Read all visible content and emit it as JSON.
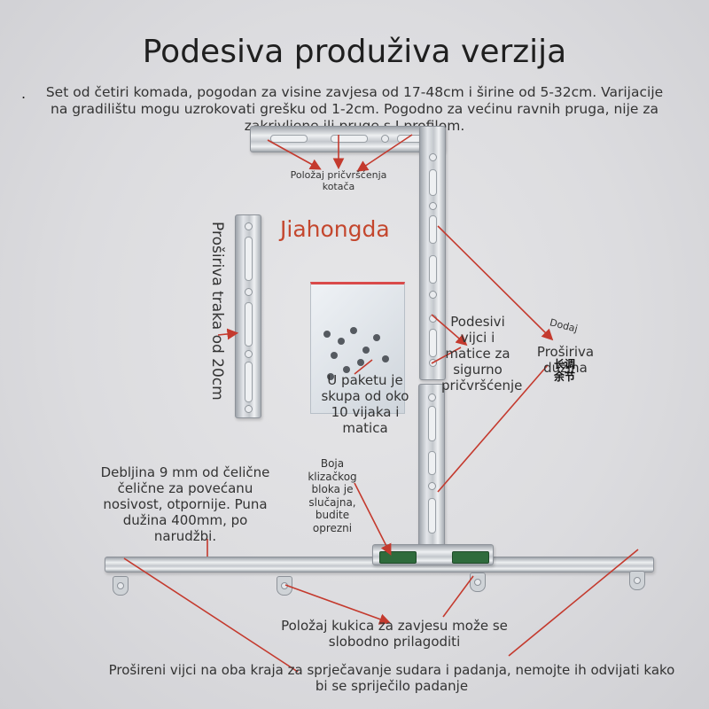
{
  "title": "Podesiva produživa verzija",
  "intro_bullet": ".",
  "intro": "Set od četiri komada, pogodan za visine zavjesa od 17-48cm i širine od 5-32cm. Varijacije na gradilištu mogu uzrokovati grešku od 1-2cm. Pogodno za većinu ravnih pruga, nije za zakrivljene ili pruge s I profilom.",
  "brand": "Jiahongda",
  "labels": {
    "wheel_position": "Položaj pričvršćenja kotača",
    "extension_strip": "Proširiva traka od 20cm",
    "screws": "Podesivi vijci i matice za sigurno pričvršćenje",
    "add": "Dodaj",
    "extendable_length": "Proširiva dužina",
    "cn_text": "长调 余节",
    "package": "U paketu je skupa od oko 10 vijaka i matica",
    "block_color": "Boja klizačkog bloka je slučajna, budite oprezni",
    "thickness": "Debljina 9 mm od čelične čelične za povećanu nosivost, otpornije. Puna dužina 400mm, po narudžbi.",
    "hook_position": "Položaj kukica za zavjesu može se slobodno prilagoditi",
    "ends": "Prošireni vijci na oba kraja za sprječavanje sudara i padanja, nemojte ih odvijati kako bi se spriječilo padanje"
  },
  "colors": {
    "arrow": "#c43a2e",
    "brand": "#c4472e",
    "text": "#333333"
  }
}
